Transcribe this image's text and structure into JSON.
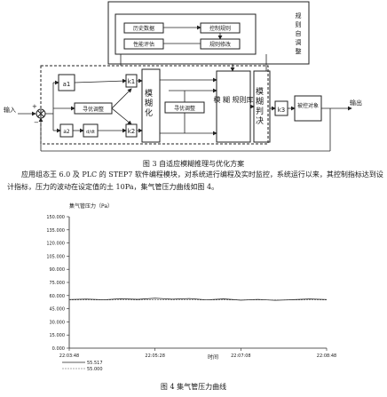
{
  "diagram": {
    "top_block": "规则自调整",
    "inner_boxes": [
      "历史数据",
      "性能评估",
      "控制规则",
      "规则修改"
    ],
    "a1": "a1",
    "a2": "a2",
    "k1": "k1",
    "k2": "k2",
    "d_block": "d/dt",
    "tune1": "寻优调整",
    "tune2": "寻优调整",
    "fuzzify": "模糊化",
    "rule_base": "模 糊 规则库",
    "decide": "模糊判决",
    "k3": "k3",
    "plant": "被控对象",
    "input_label": "输入",
    "output_label": "输出",
    "plus": "+",
    "minus": "−"
  },
  "fig3_caption": "图 3  自适应模糊推理与优化方案",
  "paragraph": "应用组态王 6.0 及 PLC 的 STEP7 软件编程模块，对系统进行编程及实时监控，系统运行以来，其控制指标达到设计指标，压力的波动在设定值的土 10Pa，集气管压力曲线如图 4。",
  "fig4_caption": "图 4  集气管压力曲线",
  "chart_data": {
    "type": "line",
    "ylabel": "集气管压力（Pa）",
    "xlabel": "时间",
    "yticks": [
      "150.000",
      "135.000",
      "120.000",
      "105.000",
      "90.000",
      "75.000",
      "60.000",
      "45.000",
      "30.000",
      "15.000",
      "0.000"
    ],
    "ylim": [
      0,
      150
    ],
    "xticks": [
      "22:03:48",
      "22:05:28",
      "22:07:08",
      "22:08:48"
    ],
    "x": [
      "22:03:48",
      "22:04:08",
      "22:04:28",
      "22:04:48",
      "22:05:08",
      "22:05:28",
      "22:05:48",
      "22:06:08",
      "22:06:28",
      "22:06:48",
      "22:07:08",
      "22:07:28",
      "22:07:48",
      "22:08:08",
      "22:08:28",
      "22:08:48"
    ],
    "series": [
      {
        "name": "55.517",
        "values": [
          55.5,
          56.0,
          55.2,
          56.4,
          55.7,
          57.0,
          55.9,
          56.6,
          55.1,
          56.2,
          54.8,
          55.6,
          54.6,
          55.3,
          56.1,
          55.5
        ]
      },
      {
        "name": "55.000",
        "values": [
          55,
          55,
          55,
          55,
          55,
          55,
          55,
          55,
          55,
          55,
          55,
          55,
          55,
          55,
          55,
          55
        ]
      }
    ],
    "grid": false,
    "legend": "bottom-left"
  }
}
